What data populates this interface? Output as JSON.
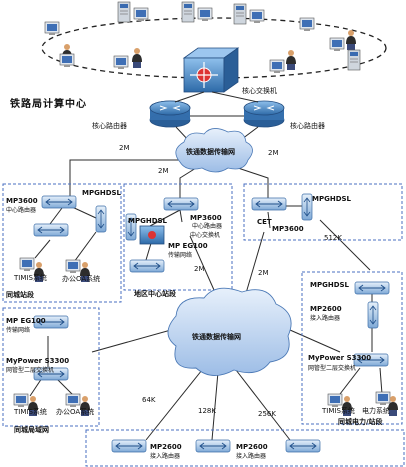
{
  "labels": {
    "bureau_center": "铁路局计算中心",
    "core_switch": "核心交换机",
    "core_router_left": "核心路由器",
    "core_router_right": "核心路由器",
    "top_cloud": "铁通数据传输网",
    "link_2m_a": "2M",
    "link_2m_b": "2M",
    "link_2m_c": "2M",
    "link_2m_d": "2M",
    "link_2m_e": "2M",
    "mp3600_left": "MP3600",
    "mp3600_left_sub": "中心路由器",
    "mpghdsl_left": "MPGHDSL",
    "timis_left": "TIMIS系统",
    "oa_left": "办公OA系统",
    "city_station_left": "同城站段",
    "mpghdsl_mid": "MPGHDSL",
    "mp3600_mid": "MP3600",
    "mp3600_mid_sub": "中心路由器",
    "mpeg100_mid": "MP EG100",
    "mpeg100_mid_sub": "中心交换机",
    "mid_transfer": "传输网络",
    "district_center": "地区中心站段",
    "cet": "CET",
    "mpghdsl_right": "MPGHDSL",
    "mp3600_right": "MP3600",
    "link_512k": "512K",
    "mid_cloud": "铁通数据传输网",
    "mpeg100_left": "MP EG100",
    "mpeg100_left_sub": "传输网络",
    "mypower_left": "MyPower S3300",
    "mypower_left_sub": "网管型二层交换机",
    "timis_bl": "TIMIS系统",
    "oa_bl": "办公OA系统",
    "city_lan": "同城局域网",
    "mpghdsl_br": "MPGHDSL",
    "mp2600_br": "MP2600",
    "mp2600_br_sub": "接入路由器",
    "mypower_br": "MyPower S3300",
    "mypower_br_sub": "网管型二层交换机",
    "timis_br": "TIMIS系统",
    "power_br": "电力系统",
    "city_power": "同城电力/站段",
    "link_64k": "64K",
    "link_128k": "128K",
    "link_256k": "256K",
    "mp2600_b1": "MP2600",
    "mp2600_b1_sub": "接入路由器",
    "mp2600_b2": "MP2600",
    "mp2600_b2_sub": "接入路由器"
  },
  "colors": {
    "line": "#2b2b2b",
    "dashed_box": "#4a6fc0",
    "router_blue": "#2f6fb0",
    "cloud": "#bcd3ee",
    "device": "#7aa7d9"
  }
}
